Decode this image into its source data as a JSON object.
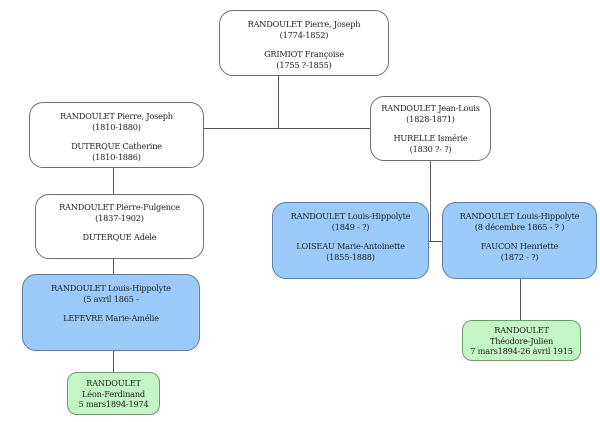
{
  "tree": {
    "root_couple": {
      "person1_name": "RANDOULET Pierre, Joseph",
      "person1_dates": "(1774-1852)",
      "person2_name": "GRIMIOT Françoise",
      "person2_dates": "(1755 ?-1855)"
    },
    "left_gen2": {
      "person1_name": "RANDOULET Pierre, Joseph",
      "person1_dates": "(1810-1880)",
      "person2_name": "DUTERQUE Catherine",
      "person2_dates": "(1810-1886)"
    },
    "right_gen2": {
      "person1_name": "RANDOULET Jean-Louis",
      "person1_dates": "(1828-1871)",
      "person2_name": "HURELLE Ismérie",
      "person2_dates": "(1830 ?- ?)"
    },
    "left_gen3": {
      "person1_name": "RANDOULET Pierre-Fulgence",
      "person1_dates": "(1837-1902)",
      "person2_name": "DUTERQUE Adele"
    },
    "left_gen4": {
      "person1_name": "RANDOULET Louis-Hippolyte",
      "person1_dates": "(5 avril 1865 -",
      "person2_name": "LEFEVRE Marie-Amélie"
    },
    "right_gen3_a": {
      "person1_name": "RANDOULET Louis-Hippolyte",
      "person1_dates": "(1849 - ?)",
      "person2_name": "LOISEAU Marie-Antoinette",
      "person2_dates": "(1855-1888)"
    },
    "right_gen3_b": {
      "person1_name": "RANDOULET Louis-Hippolyte",
      "person1_dates": "(8 décembre 1865 - ? )",
      "person2_name": "FAUCON Henriette",
      "person2_dates": "(1872 - ?)"
    },
    "right_gen4": {
      "surname": "RANDOULET",
      "given": "Théodore-Julien",
      "dates": "7 mars1894-26 avril 1915"
    },
    "left_gen5": {
      "surname": "RANDOULET",
      "given": "Léon-Ferdinand",
      "dates": "5 mars1894-1974"
    }
  },
  "colors": {
    "couple_white": "#ffffff",
    "couple_blue": "#9ccbfb",
    "leaf_green": "#c4f5c4",
    "line": "#555555"
  }
}
